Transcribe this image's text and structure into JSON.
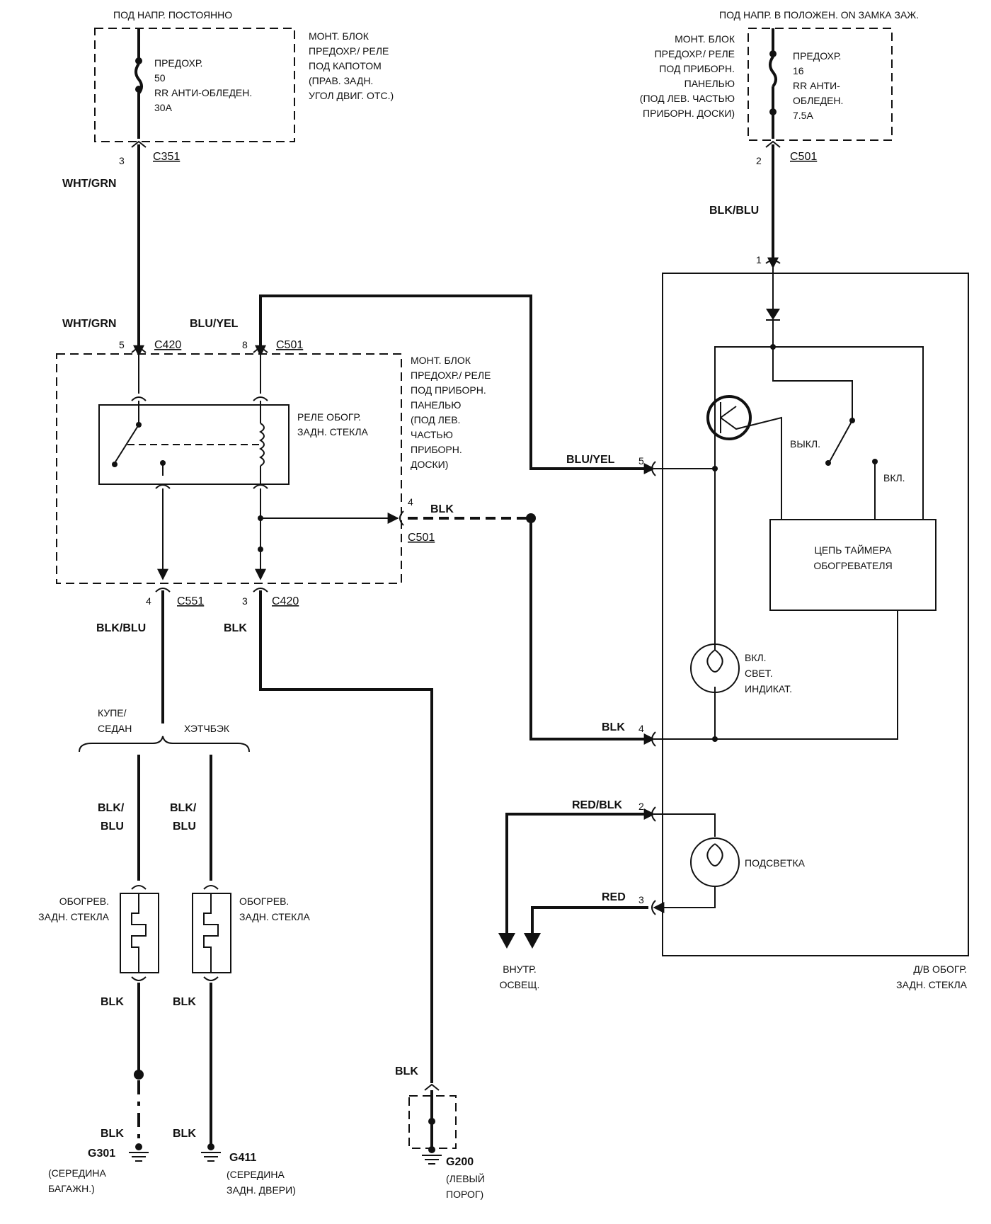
{
  "fuse50": {
    "supply": "ПОД НАПР. ПОСТОЯННО",
    "fuse_l1": "ПРЕДОХР.",
    "fuse_l2": "50",
    "fuse_l3": "RR АНТИ-ОБЛЕДЕН.",
    "fuse_l4": "30А",
    "box_l1": "МОНТ. БЛОК",
    "box_l2": "ПРЕДОХР./ РЕЛЕ",
    "box_l3": "ПОД КАПОТОМ",
    "box_l4": "(ПРАВ. ЗАДН.",
    "box_l5": "УГОЛ ДВИГ. ОТС.)",
    "pin": "3",
    "connector": "C351",
    "wire": "WHT/GRN"
  },
  "fuse16": {
    "supply": "ПОД НАПР. В ПОЛОЖЕН. ON ЗАМКА ЗАЖ.",
    "fuse_l1": "ПРЕДОХР.",
    "fuse_l2": "16",
    "fuse_l3": "RR АНТИ-",
    "fuse_l4": "ОБЛЕДЕН.",
    "fuse_l5": "7.5А",
    "box_l1": "МОНТ. БЛОК",
    "box_l2": "ПРЕДОХР./ РЕЛЕ",
    "box_l3": "ПОД ПРИБОРН.",
    "box_l4": "ПАНЕЛЬЮ",
    "box_l5": "(ПОД ЛЕВ. ЧАСТЬЮ",
    "box_l6": "ПРИБОРН. ДОСКИ)",
    "pin": "2",
    "connector": "C501",
    "wire": "BLK/BLU"
  },
  "relay_box": {
    "wire_top_left": "WHT/GRN",
    "wire_top_right": "BLU/YEL",
    "pin_top_left": "5",
    "conn_top_left": "C420",
    "pin_top_right": "8",
    "conn_top_right": "C501",
    "relay_l1": "РЕЛЕ ОБОГР.",
    "relay_l2": "ЗАДН. СТЕКЛА",
    "box_l1": "МОНТ. БЛОК",
    "box_l2": "ПРЕДОХР./ РЕЛЕ",
    "box_l3": "ПОД ПРИБОРН.",
    "box_l4": "ПАНЕЛЬЮ",
    "box_l5": "(ПОД ЛЕВ.",
    "box_l6": "ЧАСТЬЮ",
    "box_l7": "ПРИБОРН.",
    "box_l8": "ДОСКИ)",
    "pin_side": "4",
    "wire_side": "BLK",
    "conn_side": "C501",
    "pin_bot_left": "4",
    "conn_bot_left": "C551",
    "pin_bot_right": "3",
    "conn_bot_right": "C420",
    "wire_bot_left": "BLK/BLU",
    "wire_bot_right": "BLK"
  },
  "split": {
    "left": "КУПЕ/",
    "left2": "СЕДАН",
    "right": "ХЭТЧБЭК"
  },
  "heater_left": {
    "wire_top_1": "BLK/",
    "wire_top_2": "BLU",
    "label_1": "ОБОГРЕВ.",
    "label_2": "ЗАДН. СТЕКЛА",
    "wire_bot": "BLK",
    "wire_gnd": "BLK",
    "ground": "G301",
    "loc_1": "(СЕРЕДИНА",
    "loc_2": "БАГАЖН.)"
  },
  "heater_right": {
    "wire_top_1": "BLK/",
    "wire_top_2": "BLU",
    "label_1": "ОБОГРЕВ.",
    "label_2": "ЗАДН. СТЕКЛА",
    "wire_bot": "BLK",
    "wire_gnd": "BLK",
    "ground": "G411",
    "loc_1": "(СЕРЕДИНА",
    "loc_2": "ЗАДН. ДВЕРИ)"
  },
  "ground_g200": {
    "wire": "BLK",
    "ground": "G200",
    "loc_1": "(ЛЕВЫЙ",
    "loc_2": "ПОРОГ)"
  },
  "switch_unit": {
    "pin_top": "1",
    "pin5": "5",
    "wire5": "BLU/YEL",
    "pin4": "4",
    "wire4": "BLK",
    "pin2": "2",
    "wire2": "RED/BLK",
    "pin3": "3",
    "wire3": "RED",
    "off": "ВЫКЛ.",
    "on": "ВКЛ.",
    "timer_l1": "ЦЕПЬ ТАЙМЕРА",
    "timer_l2": "ОБОГРЕВАТЕЛЯ",
    "ind_l1": "ВКЛ.",
    "ind_l2": "СВЕТ.",
    "ind_l3": "ИНДИКАТ.",
    "backlight": "ПОДСВЕТКА",
    "name_l1": "Д/В ОБОГР.",
    "name_l2": "ЗАДН. СТЕКЛА",
    "interior_l1": "ВНУТР.",
    "interior_l2": "ОСВЕЩ."
  }
}
